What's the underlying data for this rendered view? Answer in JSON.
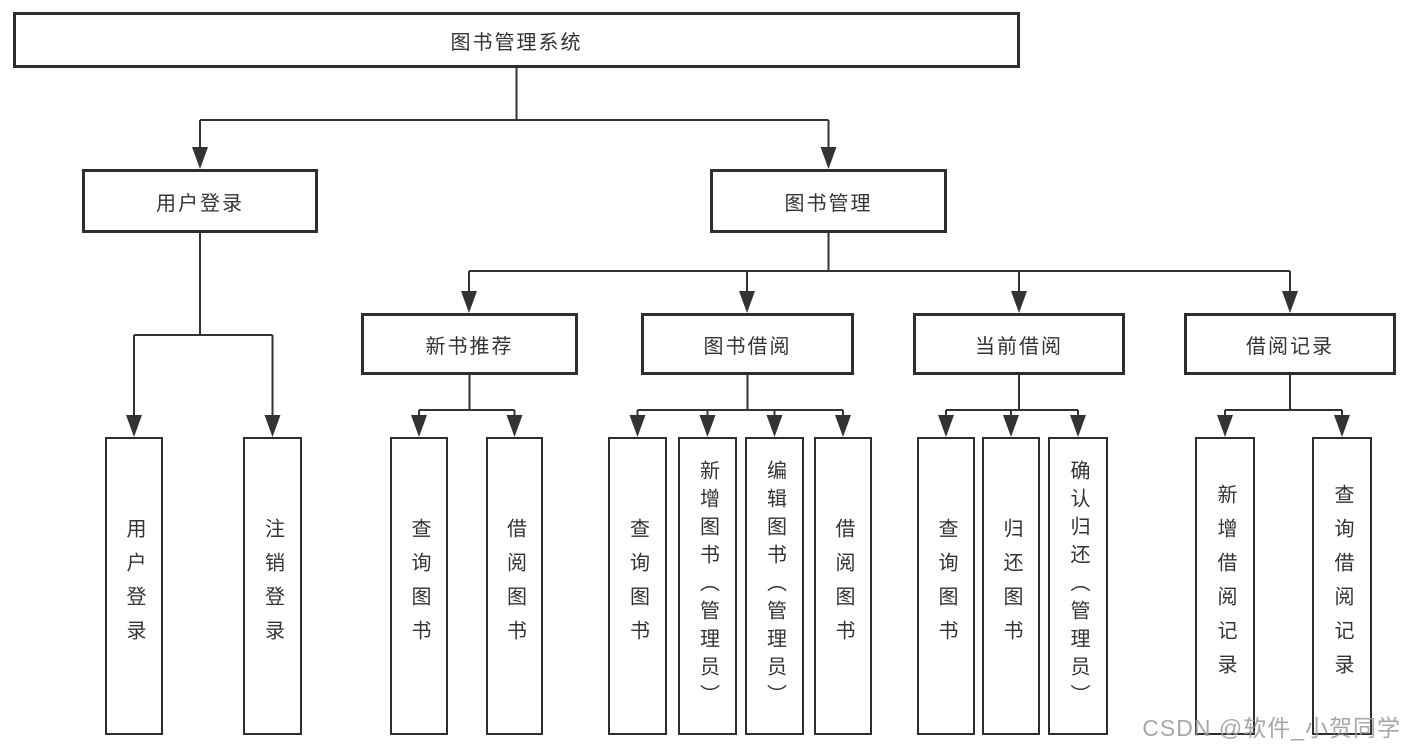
{
  "colors": {
    "line": "#333333",
    "box_border": "#2e2e2e",
    "text": "#333333",
    "watermark": "#9c9c9c",
    "background": "#ffffff"
  },
  "watermark": {
    "text": "CSDN @软件_小贺同学"
  },
  "tree": {
    "root": {
      "label": "图书管理系统"
    },
    "branches": [
      {
        "label": "用户登录",
        "children": [
          {
            "label": "用户登录"
          },
          {
            "label": "注销登录"
          }
        ]
      },
      {
        "label": "图书管理",
        "children": [
          {
            "label": "新书推荐",
            "children": [
              {
                "label": "查询图书"
              },
              {
                "label": "借阅图书"
              }
            ]
          },
          {
            "label": "图书借阅",
            "children": [
              {
                "label": "查询图书"
              },
              {
                "label": "新增图书（管理员）"
              },
              {
                "label": "编辑图书（管理员）"
              },
              {
                "label": "借阅图书"
              }
            ]
          },
          {
            "label": "当前借阅",
            "children": [
              {
                "label": "查询图书"
              },
              {
                "label": "归还图书"
              },
              {
                "label": "确认归还（管理员）"
              }
            ]
          },
          {
            "label": "借阅记录",
            "children": [
              {
                "label": "新增借阅记录"
              },
              {
                "label": "查询借阅记录"
              }
            ]
          }
        ]
      }
    ]
  }
}
